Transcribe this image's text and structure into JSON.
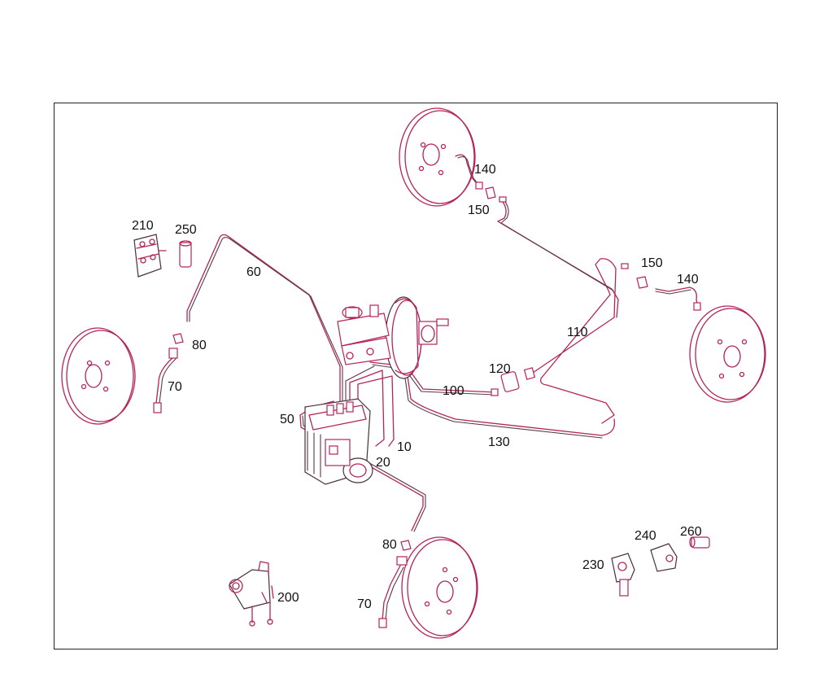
{
  "labels": {
    "l10": "10",
    "l20": "20",
    "l50": "50",
    "l60": "60",
    "l70a": "70",
    "l70b": "70",
    "l80a": "80",
    "l80b": "80",
    "l100": "100",
    "l110": "110",
    "l120": "120",
    "l130": "130",
    "l140a": "140",
    "l140b": "140",
    "l150a": "150",
    "l150b": "150",
    "l200": "200",
    "l210": "210",
    "l230": "230",
    "l240": "240",
    "l250": "250",
    "l260": "260"
  },
  "colors": {
    "line": "#b3245a",
    "frame": "#222222",
    "text": "#111111"
  }
}
